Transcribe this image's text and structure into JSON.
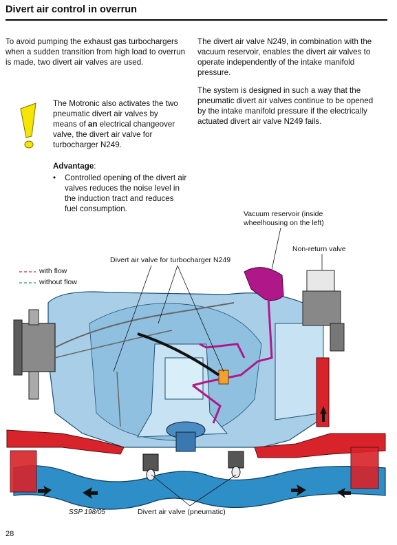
{
  "header": {
    "title": "Divert air control in overrun"
  },
  "left_column": {
    "intro": "To avoid pumping the exhaust gas turbochargers when a sudden transition from high load to overrun is made, two divert air valves are used.",
    "motronic_pre": "The Motronic also activates the two pneumatic divert air valves by means of ",
    "motronic_bold": "an",
    "motronic_post": " electrical changeover valve, the divert air valve for turbocharger N249.",
    "advantage_heading": "Advantage",
    "advantage_colon": ":",
    "bullet_symbol": "•",
    "advantage_bullet": "Controlled opening of the divert air valves reduces the noise level in the induction tract and reduces fuel consumption."
  },
  "right_column": {
    "para1": "The divert air valve N249, in combination with the vacuum reservoir, enables the divert air valves to operate independently of the intake manifold pressure.",
    "para2": "The system is designed in such a way that the pneumatic divert air valves continue to be opened by the intake manifold pressure if the electrically actuated divert air valve N249 fails."
  },
  "diagram": {
    "label_vacuum_line1": "Vacuum reservoir (inside",
    "label_vacuum_line2": "wheelhousing on the left)",
    "label_nonreturn": "Non-return valve",
    "label_n249": "Divert air valve for turbocharger N249",
    "label_pneumatic": "Divert air valve (pneumatic)",
    "legend_with_flow": "with flow",
    "legend_without_flow": "without flow",
    "ssp_code": "SSP 198/05",
    "colors": {
      "engine_blue": "#a9cfe8",
      "duct_blue": "#2e8fc8",
      "red_pipe": "#d8232a",
      "vacuum_magenta": "#b0188a",
      "warning_yellow": "#f5e500"
    }
  },
  "footer": {
    "page_number": "28"
  }
}
